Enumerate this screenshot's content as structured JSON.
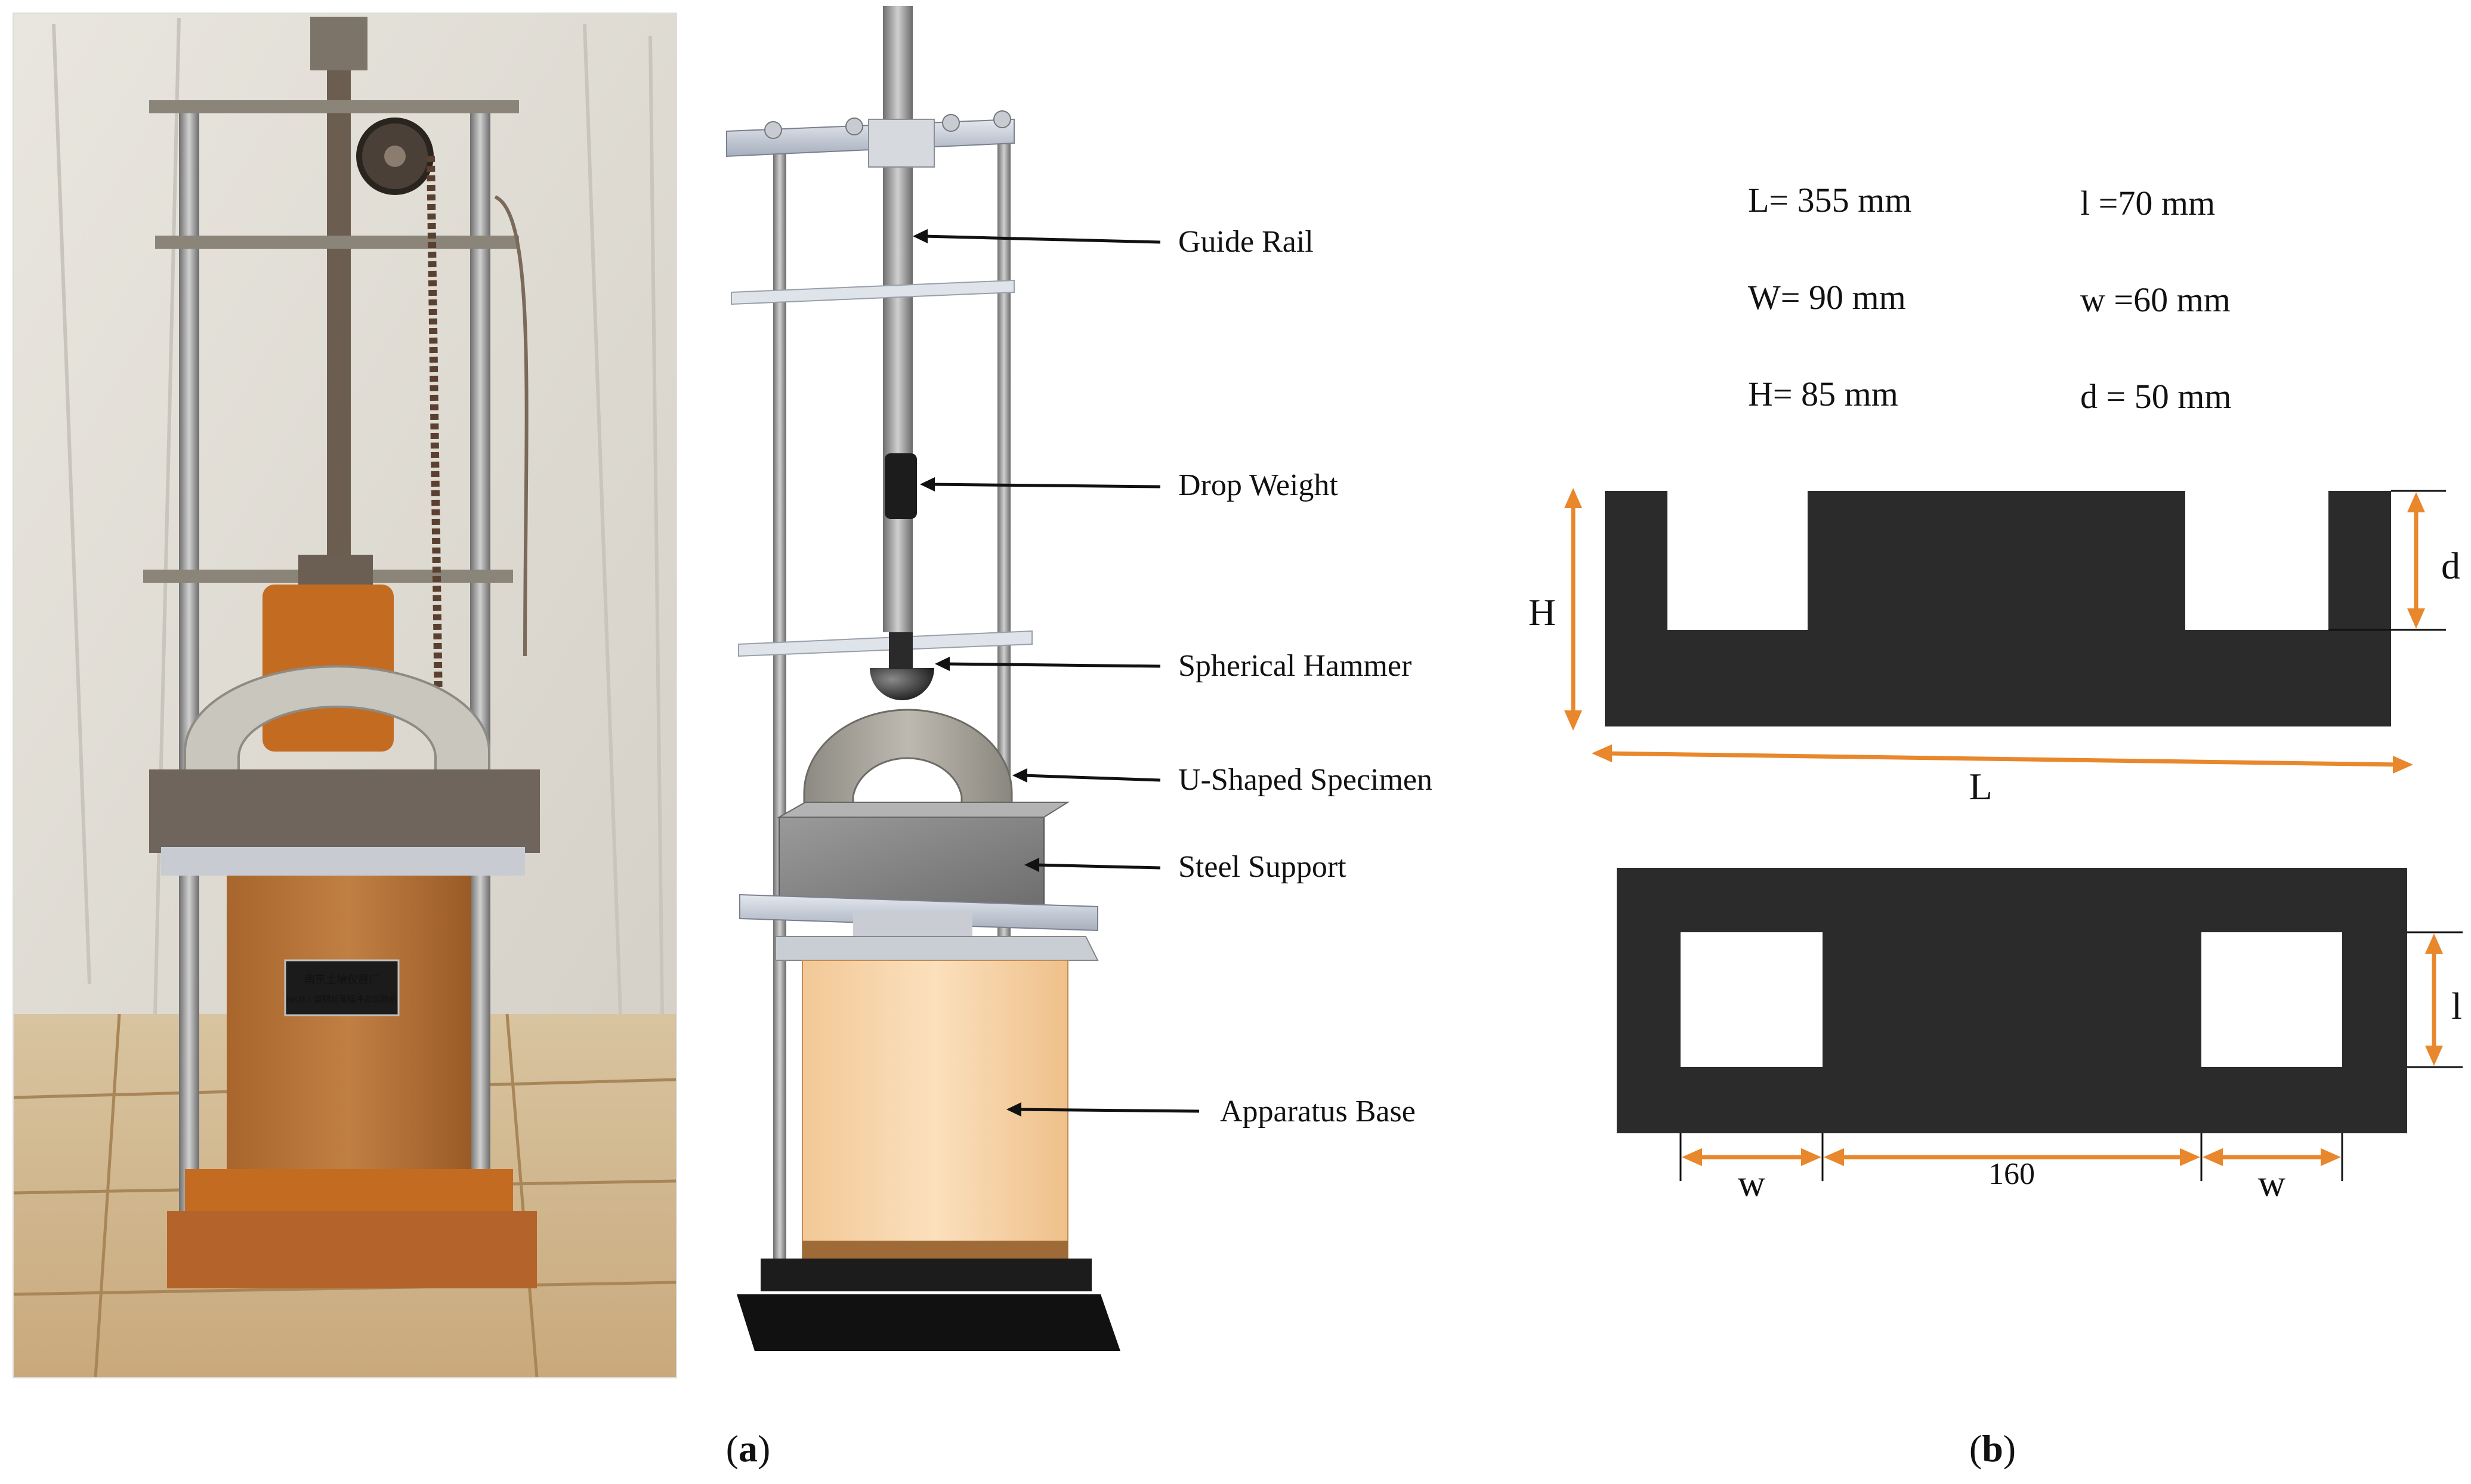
{
  "labels": {
    "guide_rail": "Guide Rail",
    "drop_weight": "Drop Weight",
    "spherical_hammer": "Spherical Hammer",
    "u_specimen": "U-Shaped Specimen",
    "steel_support": "Steel Support",
    "apparatus_base": "Apparatus Base"
  },
  "dimensions": {
    "L": "L= 355 mm",
    "W": "W=  90 mm",
    "H": "H= 85 mm",
    "l": "l =70 mm",
    "w": "w =60 mm",
    "d": "d = 50 mm"
  },
  "drawing": {
    "H": "H",
    "d": "d",
    "L": "L",
    "l": "l",
    "w_left": "w",
    "gap": "160",
    "w_right": "w"
  },
  "plate_text": {
    "line1": "南京土壤仪器厂",
    "line2": "HKD-1 型钢丝落锤冲击试验机"
  },
  "captions": {
    "a_open": "(",
    "a": "a",
    "a_close": ")",
    "b_open": "(",
    "b": "b",
    "b_close": ")"
  },
  "colors": {
    "arrow_orange": "#E8872B",
    "specimen": "#2b2b2b",
    "wood": "#b8763a"
  }
}
